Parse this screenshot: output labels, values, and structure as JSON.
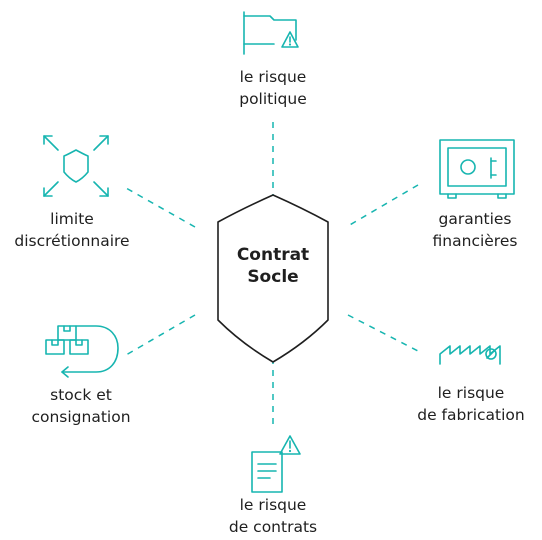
{
  "colors": {
    "accent": "#17b5b0",
    "outline": "#1f1f1f",
    "text": "#1f1f1f"
  },
  "center": {
    "line1": "Contrat",
    "line2": "Socle",
    "icon": "shield"
  },
  "nodes": [
    {
      "id": "political",
      "icon": "flag-warning-icon",
      "line1": "le risque",
      "line2": "politique"
    },
    {
      "id": "financial",
      "icon": "safe-icon",
      "line1": "garanties",
      "line2": "financières"
    },
    {
      "id": "manufacturing",
      "icon": "factory-icon",
      "line1": "le risque",
      "line2": "de fabrication"
    },
    {
      "id": "contracts",
      "icon": "document-warning-icon",
      "line1": "le risque",
      "line2": "de contrats"
    },
    {
      "id": "stock",
      "icon": "boxes-icon",
      "line1": "stock et",
      "line2": "consignation"
    },
    {
      "id": "discretionary",
      "icon": "shield-arrows-icon",
      "line1": "limite",
      "line2": "discrétionnaire"
    }
  ]
}
